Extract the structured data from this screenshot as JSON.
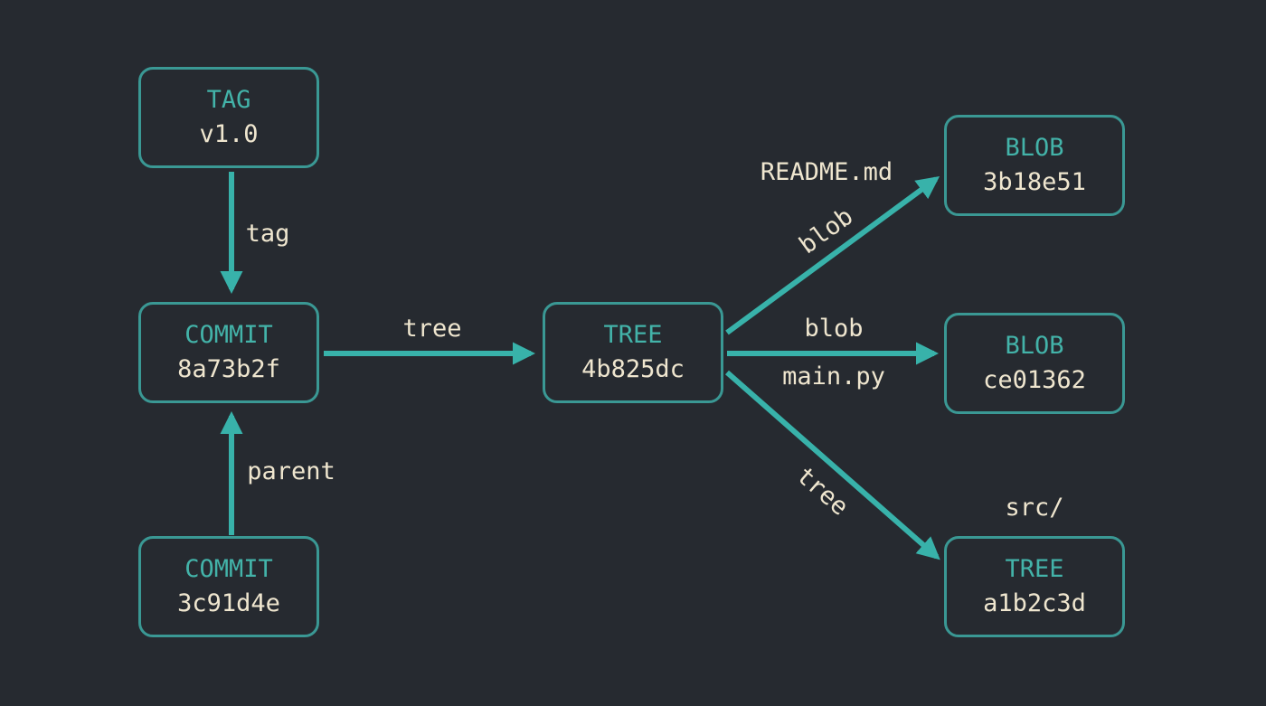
{
  "colors": {
    "background": "#262a30",
    "node_border": "#3a9894",
    "node_type_text": "#43b3a9",
    "hash_text": "#efe6cf",
    "arrow": "#38b2aa",
    "label_text": "#efe6cf"
  },
  "nodes": {
    "tag": {
      "type": "TAG",
      "value": "v1.0"
    },
    "commit_main": {
      "type": "COMMIT",
      "value": "8a73b2f"
    },
    "commit_parent": {
      "type": "COMMIT",
      "value": "3c91d4e"
    },
    "tree_root": {
      "type": "TREE",
      "value": "4b825dc"
    },
    "blob_readme": {
      "type": "BLOB",
      "value": "3b18e51"
    },
    "blob_main": {
      "type": "BLOB",
      "value": "ce01362"
    },
    "tree_src": {
      "type": "TREE",
      "value": "a1b2c3d"
    }
  },
  "edges": {
    "tag_to_commit": {
      "label": "tag"
    },
    "parent_to_commit": {
      "label": "parent"
    },
    "commit_to_tree": {
      "label": "tree"
    },
    "tree_to_readme": {
      "label": "blob",
      "filename": "README.md"
    },
    "tree_to_main": {
      "label": "blob",
      "filename": "main.py"
    },
    "tree_to_src": {
      "label": "tree",
      "filename": "src/"
    }
  }
}
